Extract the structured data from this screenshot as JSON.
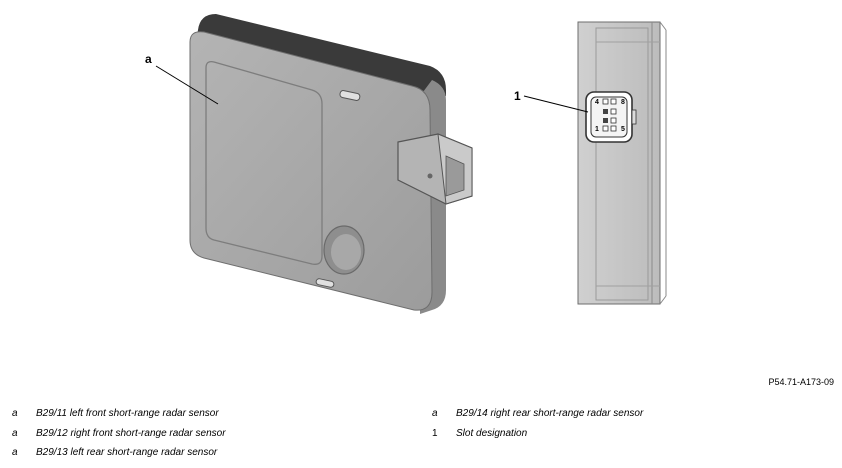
{
  "figure": {
    "callouts": [
      {
        "id": "a",
        "label": "a"
      },
      {
        "id": "1",
        "label": "1"
      }
    ],
    "connector_pins": [
      "4",
      "8",
      "1",
      "5"
    ],
    "figure_id": "P54.71-A173-09"
  },
  "legend": {
    "left": [
      {
        "key": "a",
        "text": "B29/11 left front short-range radar sensor"
      },
      {
        "key": "a",
        "text": "B29/12 right front short-range radar sensor"
      },
      {
        "key": "a",
        "text": "B29/13 left rear short-range radar sensor"
      }
    ],
    "right": [
      {
        "key": "a",
        "text": "B29/14 right rear short-range radar sensor"
      },
      {
        "key": "1",
        "text": "Slot designation"
      }
    ]
  }
}
